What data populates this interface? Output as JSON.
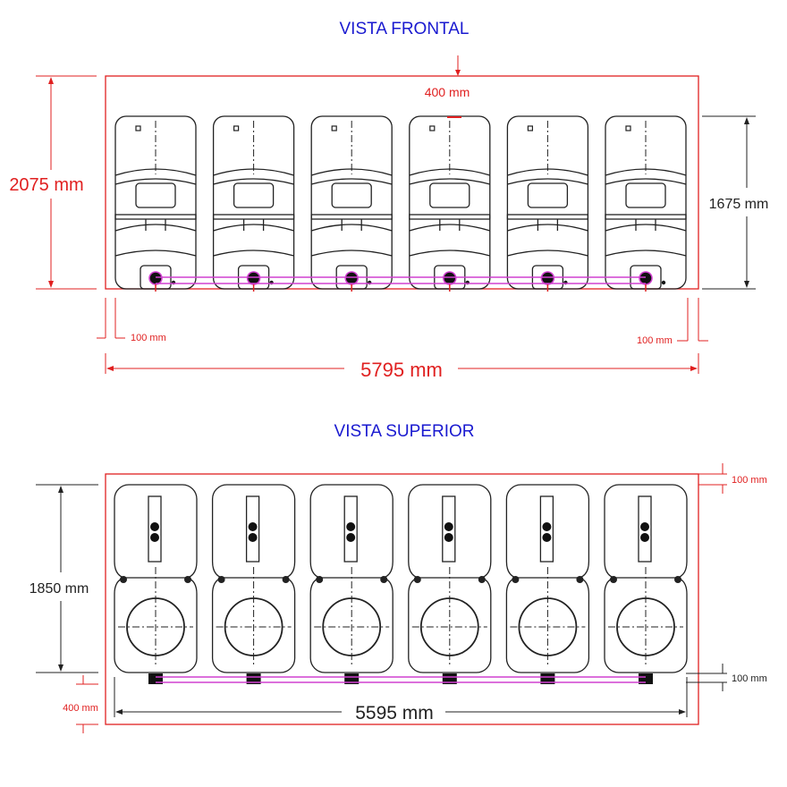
{
  "front_view": {
    "title": "VISTA FRONTAL",
    "dim_total_height": "2075 mm",
    "dim_tank_height": "1675 mm",
    "dim_top_clearance": "400 mm",
    "dim_left_margin": "100 mm",
    "dim_right_margin": "100 mm",
    "dim_total_width": "5795 mm",
    "tank_count": 6
  },
  "top_view": {
    "title": "VISTA SUPERIOR",
    "dim_depth": "1850 mm",
    "dim_width": "5595 mm",
    "dim_top_margin": "100 mm",
    "dim_bottom_margin": "100 mm",
    "dim_front_clearance": "400 mm",
    "tank_count": 6
  },
  "colors": {
    "dimension_red": "#e02020",
    "pipe_magenta": "#d040d0",
    "title_blue": "#1a1ad0",
    "line": "#222222"
  }
}
